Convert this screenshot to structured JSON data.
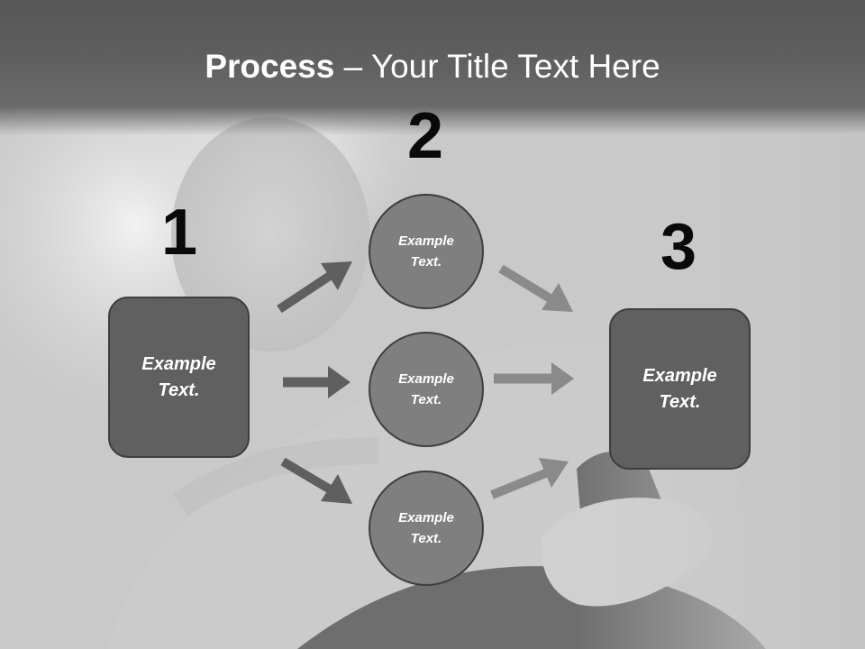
{
  "slide": {
    "title_bold": "Process",
    "title_rest": " – Your Title Text Here"
  },
  "steps": {
    "one": {
      "number": "1",
      "text": "Example\nText."
    },
    "two": {
      "number": "2"
    },
    "three": {
      "number": "3",
      "text": "Example\nText."
    }
  },
  "middle": [
    {
      "text": "Example\nText."
    },
    {
      "text": "Example\nText."
    },
    {
      "text": "Example\nText."
    }
  ],
  "colors": {
    "left_arrows": "#5f5f5f",
    "right_arrows": "#8a8a8a",
    "box_fill": "#606060",
    "circle_fill": "#7f7f7f"
  }
}
